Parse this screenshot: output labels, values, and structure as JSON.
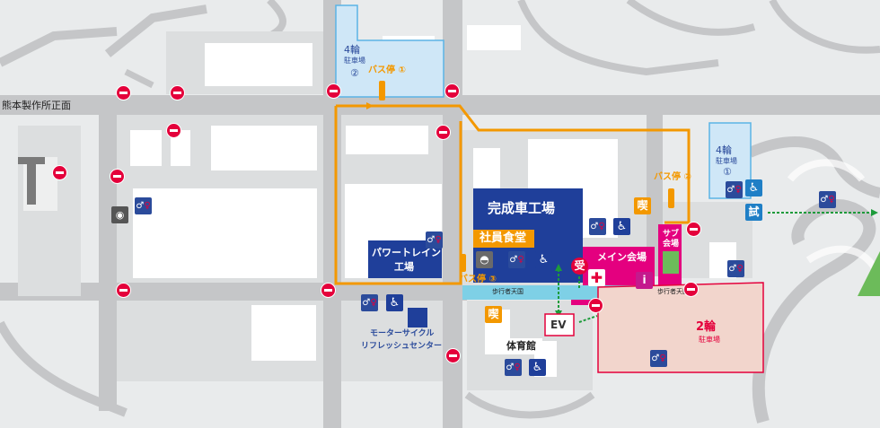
{
  "map_labels": {
    "main_gate": "熊本製作所正面",
    "parking4_top": "4輪",
    "parking4_top_sub": "駐車場",
    "parking4_top_num": "②",
    "bus_stop_1": "バス停 ①",
    "parking4_right": "4輪",
    "parking4_right_sub": "駐車場",
    "parking4_right_num": "①",
    "bus_stop_2": "バス停 ②",
    "bus_stop_3": "バス停 ③",
    "finished_car_factory": "完成車工場",
    "employee_cafeteria": "社員食堂",
    "powertrain_factory_line1": "パワートレイン",
    "powertrain_factory_line2": "工場",
    "main_venue": "メイン会場",
    "sub_venue_line1": "サブ",
    "sub_venue_line2": "会場",
    "walkway_left": "歩行者天国",
    "walkway_right": "歩行者天国",
    "smoking_1": "喫",
    "smoking_2": "喫",
    "ev": "EV",
    "reception": "受",
    "info": "i",
    "test_ride": "試",
    "gymnasium": "体育館",
    "motorcycle_refresh_line1": "モーターサイクル",
    "motorcycle_refresh_line2": "リフレッシュセンター",
    "parking2": "2輪",
    "parking2_sub": "駐車場"
  },
  "legend_icons": {
    "restroom": "restroom-icon",
    "accessible": "wheelchair-icon",
    "no_entry": "no-entry-icon",
    "camera": "camera-icon",
    "bus": "bus-stop-icon",
    "first_aid": "first-aid-icon",
    "food": "cafeteria-bowl-icon"
  },
  "colors": {
    "background": "#e9ebec",
    "road": "#c5c6c8",
    "building": "#ffffff",
    "bus_route": "#f39800",
    "parking4": "#cfe7f7",
    "parking4_border": "#5bb4e5",
    "factory_blue": "#1f3f9a",
    "main_venue": "#e4007f",
    "walkway": "#7ed0e6",
    "parking2": "#f2d5cc",
    "parking2_border": "#e4003b",
    "green": "#6cbb5a",
    "no_entry_red": "#e4003b",
    "text_blue": "#2b4b9b",
    "text_orange": "#f39800"
  }
}
